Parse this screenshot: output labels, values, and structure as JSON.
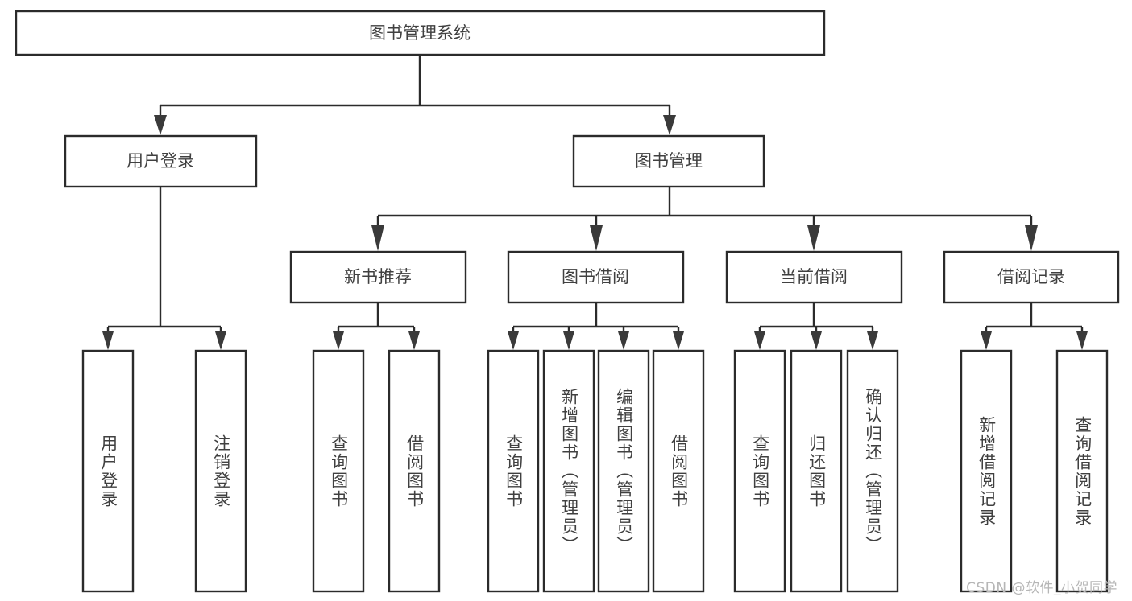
{
  "diagram": {
    "type": "tree-hierarchy",
    "orientation": "top-down",
    "root": {
      "id": "root",
      "label": "图书管理系统",
      "text_direction": "horizontal"
    },
    "level2": [
      {
        "id": "user-login",
        "label": "用户登录",
        "text_direction": "horizontal"
      },
      {
        "id": "book-management",
        "label": "图书管理",
        "text_direction": "horizontal"
      }
    ],
    "level3": [
      {
        "id": "new-book-recommend",
        "label": "新书推荐",
        "parent": "book-management",
        "text_direction": "horizontal"
      },
      {
        "id": "book-borrow",
        "label": "图书借阅",
        "parent": "book-management",
        "text_direction": "horizontal"
      },
      {
        "id": "current-borrow",
        "label": "当前借阅",
        "parent": "book-management",
        "text_direction": "horizontal"
      },
      {
        "id": "borrow-record",
        "label": "借阅记录",
        "parent": "book-management",
        "text_direction": "horizontal"
      }
    ],
    "leaves": [
      {
        "id": "leaf-user-login",
        "label": "用户登录",
        "parent": "user-login",
        "text_direction": "vertical"
      },
      {
        "id": "leaf-user-logout",
        "label": "注销登录",
        "parent": "user-login",
        "text_direction": "vertical"
      },
      {
        "id": "leaf-query-book-1",
        "label": "查询图书",
        "parent": "new-book-recommend",
        "text_direction": "vertical"
      },
      {
        "id": "leaf-borrow-book-1",
        "label": "借阅图书",
        "parent": "new-book-recommend",
        "text_direction": "vertical"
      },
      {
        "id": "leaf-query-book-2",
        "label": "查询图书",
        "parent": "book-borrow",
        "text_direction": "vertical"
      },
      {
        "id": "leaf-add-book",
        "label": "新增图书（管理员）",
        "parent": "book-borrow",
        "text_direction": "vertical"
      },
      {
        "id": "leaf-edit-book",
        "label": "编辑图书（管理员）",
        "parent": "book-borrow",
        "text_direction": "vertical"
      },
      {
        "id": "leaf-borrow-book-2",
        "label": "借阅图书",
        "parent": "book-borrow",
        "text_direction": "vertical"
      },
      {
        "id": "leaf-query-book-3",
        "label": "查询图书",
        "parent": "current-borrow",
        "text_direction": "vertical"
      },
      {
        "id": "leaf-return-book",
        "label": "归还图书",
        "parent": "current-borrow",
        "text_direction": "vertical"
      },
      {
        "id": "leaf-confirm-return",
        "label": "确认归还（管理员）",
        "parent": "current-borrow",
        "text_direction": "vertical"
      },
      {
        "id": "leaf-add-record",
        "label": "新增借阅记录",
        "parent": "borrow-record",
        "text_direction": "vertical"
      },
      {
        "id": "leaf-query-record",
        "label": "查询借阅记录",
        "parent": "borrow-record",
        "text_direction": "vertical"
      }
    ],
    "colors": {
      "box_stroke": "#2b2b2b",
      "box_fill": "#ffffff",
      "connector": "#2b2b2b",
      "label_text": "#404040",
      "watermark": "#b6b6b6",
      "background": "#ffffff"
    }
  },
  "watermark": {
    "text": "CSDN @软件_小贺同学"
  }
}
